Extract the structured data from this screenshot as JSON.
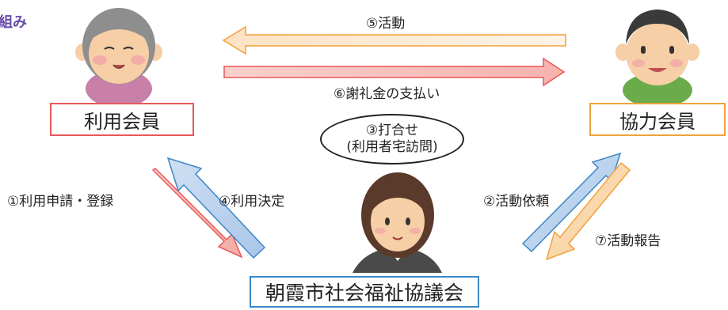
{
  "heading_fragment": "組み",
  "user_member": {
    "label": "利用会員"
  },
  "coop_member": {
    "label": "協力会員"
  },
  "council": {
    "label": "朝霞市社会福祉協議会"
  },
  "meeting": {
    "line1": "③打合せ",
    "line2": "(利用者宅訪問)"
  },
  "steps": {
    "s1": "①利用申請・登録",
    "s2": "②活動依頼",
    "s4": "④利用決定",
    "s5": "⑤活動",
    "s6": "⑥謝礼金の支払い",
    "s7": "⑦活動報告"
  },
  "colors": {
    "red_border": "#e8575a",
    "orange_border": "#f0a23c",
    "blue_border": "#3a86c6",
    "heading": "#6a4aa8"
  },
  "icons": [
    "elderly-woman-icon",
    "middle-aged-man-icon",
    "staff-woman-icon"
  ]
}
